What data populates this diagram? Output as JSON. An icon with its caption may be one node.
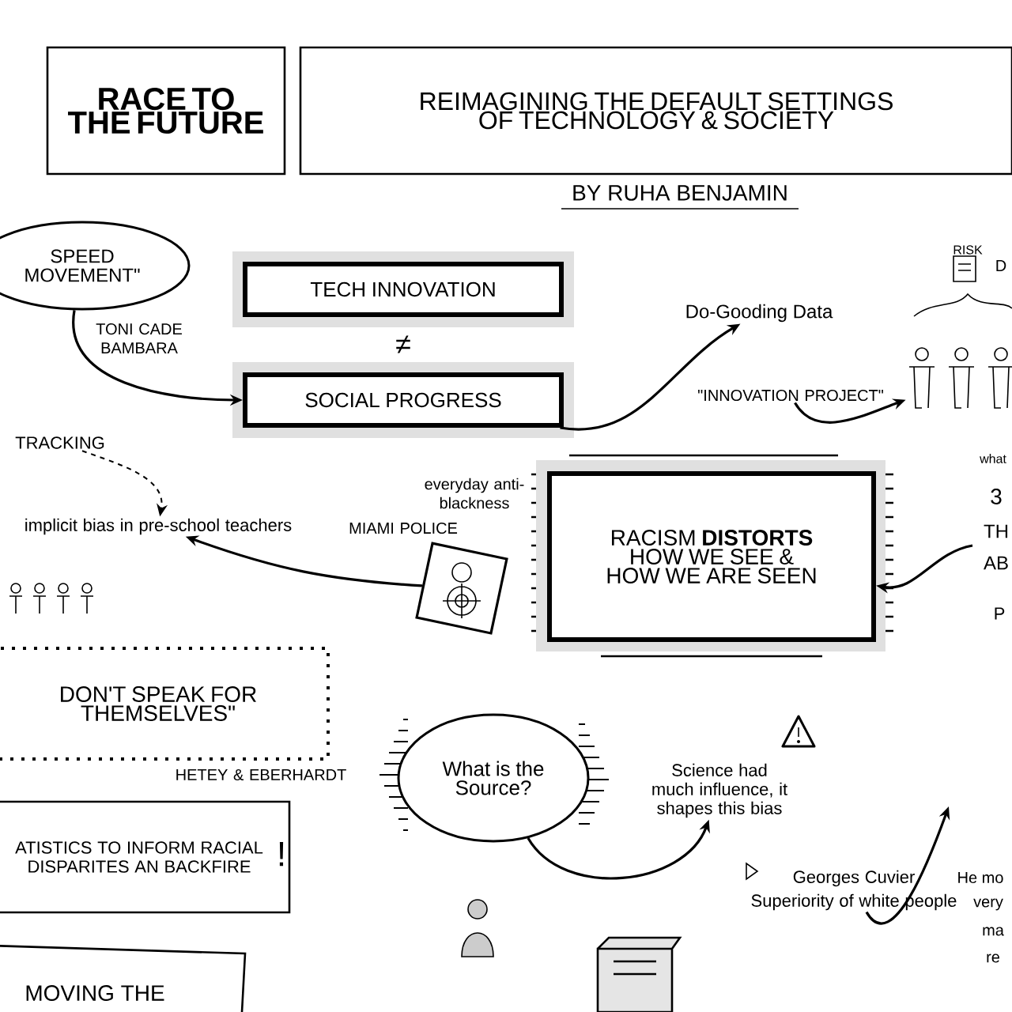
{
  "diagram": {
    "nodes": [
      {
        "text": [
          "RACE TO THE FUTURE"
        ]
      },
      {
        "text": [
          "REIMAGINING THE DEFAULT SETTINGS OF TECHNOLOGY & SOCIETY"
        ]
      },
      {
        "text": [
          "SPEED MOVEMENT\""
        ],
        "beside": [
          "TONI CADE BAMBARA"
        ]
      },
      {
        "text": [
          "TECH INNOVATION"
        ]
      },
      {
        "text": [
          "SOCIAL PROGRESS"
        ]
      },
      {
        "text": [
          "Do-Gooding Data"
        ]
      },
      {
        "text": [
          "\"INNOVATION PROJECT\""
        ]
      },
      {
        "text": [],
        "shape": "person"
      },
      {
        "text": [
          "TRACKING"
        ]
      },
      {
        "text": [
          "implicit bias in pre-school teachers"
        ]
      },
      {
        "text": [
          "RACISM **DISTORTS** HOW WE SEE & HOW WE ARE SEEN"
        ]
      },
      {
        "text": [],
        "shape": "picture",
        "beside": [
          "everyday anti-blackness",
          "MIAMI POLICE"
        ]
      },
      {
        "text": [
          "DON'T SPEAK FOR THEMSELVES\""
        ],
        "beside": [
          "HETEY & EBERHARDT"
        ]
      },
      {
        "text": [
          "ATISTICS TO INFORM RACIAL DISPARITES AN BACKFIRE"
        ]
      },
      {
        "text": [
          "What is the Source?"
        ]
      },
      {
        "text": [
          "Science had much influence, it shapes this bias"
        ]
      },
      {
        "text": [
          "Georges Cuvier",
          "Superiority of white people"
        ]
      }
    ],
    "edges": [
      {
        "from": 2,
        "to": 4,
        "arrow": "to"
      },
      {
        "from": 4,
        "to": 5,
        "arrow": "to"
      },
      {
        "from": 6,
        "to": 7,
        "arrow": "to"
      },
      {
        "from": 8,
        "to": 9,
        "arrow": "to",
        "style": "dashed"
      },
      {
        "from": 11,
        "to": 9,
        "arrow": "to"
      },
      {
        "from": null,
        "to": 10,
        "arrow": "to"
      },
      {
        "from": 14,
        "to": 15,
        "arrow": "to"
      },
      {
        "from": 16,
        "to": null,
        "arrow": "to"
      }
    ],
    "labels": [
      "BY RUHA BENJAMIN",
      "≠",
      "RISK",
      "D",
      "what",
      "3",
      "TH",
      "AB",
      "P",
      "!",
      "He mo",
      "very",
      "ma",
      "re",
      "MOVING THE"
    ]
  }
}
